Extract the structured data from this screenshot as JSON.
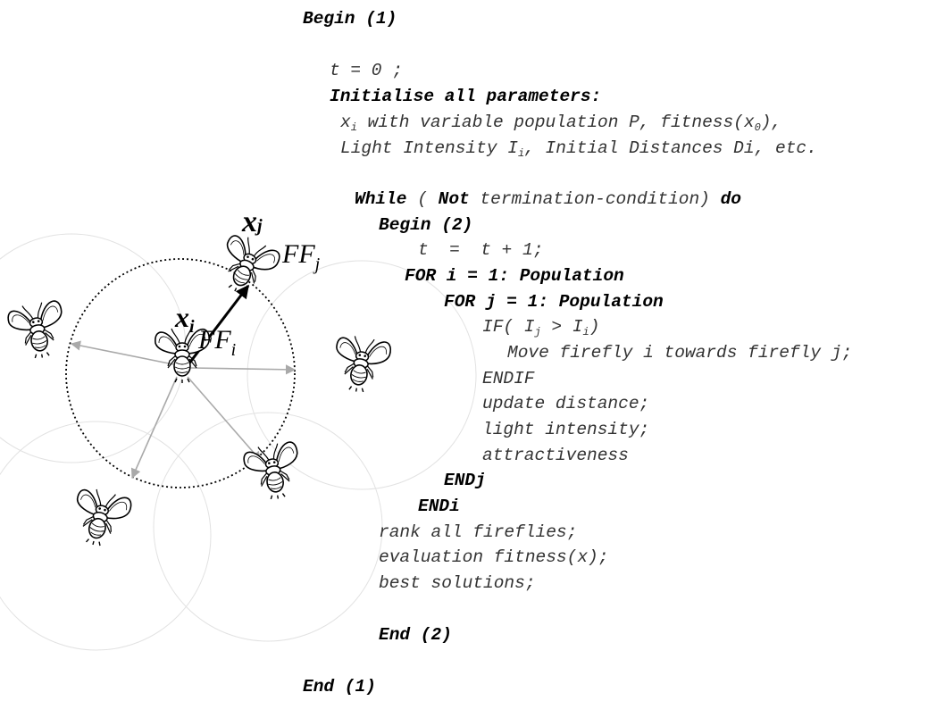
{
  "code": {
    "begin1": "Begin (1)",
    "t0": "t = 0 ;",
    "init": "Initialise all parameters:",
    "xi": "x",
    "xi_sub": "i",
    "xi_rest": " with variable population P, fitness(x",
    "x0_sub": "0",
    "xi_end": "),",
    "light_a": "Light Intensity I",
    "light_sub": "i",
    "light_b": ", Initial Distances Di, etc.",
    "while_kw": "While",
    "while_a": " ( ",
    "not_kw": "Not",
    "while_b": " termination-condition) ",
    "do_kw": "do",
    "begin2": "Begin (2)",
    "tinc": "t  =  t + 1;",
    "for_i": "FOR i = 1: Population",
    "for_j": "FOR j = 1: Population",
    "if_a": "IF( I",
    "if_j": "j",
    "if_b": " > I",
    "if_i": "i",
    "if_c": ")",
    "move": "Move firefly i towards firefly j;",
    "endif": "ENDIF",
    "upd": "update distance;",
    "light": "light intensity;",
    "attr": "attractiveness",
    "endj": "ENDj",
    "endi": "ENDi",
    "rank": "rank all fireflies;",
    "eval": "evaluation fitness(x);",
    "best": "best solutions;",
    "end2": "End (2)",
    "end1": "End (1)"
  },
  "labels": {
    "xj": "x",
    "xj_sub": "j",
    "xi": "x",
    "xi_sub": "i",
    "ffj": "FF",
    "ffj_sub": "j",
    "ffi": "FF",
    "ffi_sub": "i"
  },
  "colors": {
    "arrow_gray": "#a9a9a9",
    "halo_gray": "#e2e2e2",
    "text": "#000000"
  }
}
